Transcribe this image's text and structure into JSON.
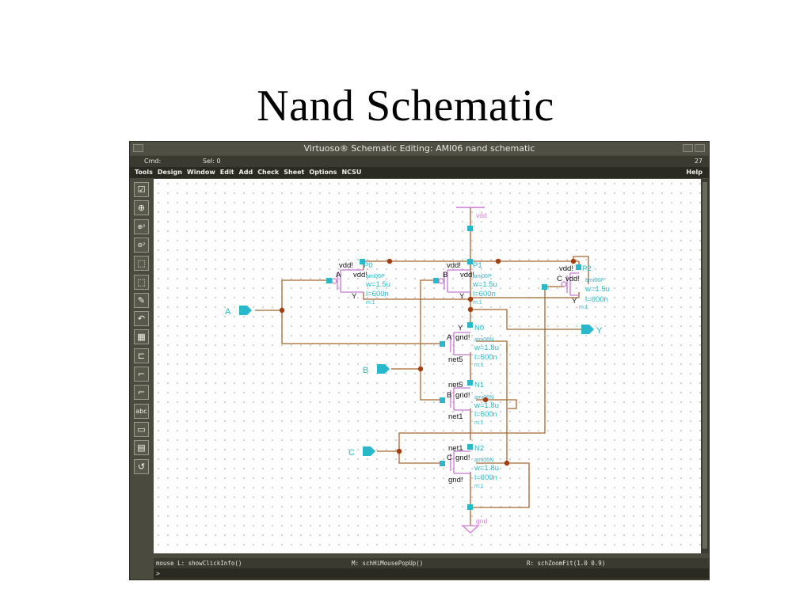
{
  "slide": {
    "title": "Nand Schematic"
  },
  "window": {
    "title": "Virtuoso® Schematic Editing: AMI06 nand schematic",
    "status": {
      "cmd_label": "Cmd:",
      "sel_label": "Sel: 0",
      "counter": "27"
    },
    "menus": [
      "Tools",
      "Design",
      "Window",
      "Edit",
      "Add",
      "Check",
      "Sheet",
      "Options",
      "NCSU"
    ],
    "help_menu": "Help",
    "toolbar_icons": [
      {
        "name": "check-save-icon",
        "glyph": "☑"
      },
      {
        "name": "descend-icon",
        "glyph": "⊕"
      },
      {
        "name": "zoom-in-icon",
        "glyph": "⊕²"
      },
      {
        "name": "zoom-out-icon",
        "glyph": "⊖²"
      },
      {
        "name": "stretch-icon",
        "glyph": "⬚"
      },
      {
        "name": "copy-icon",
        "glyph": "⬚"
      },
      {
        "name": "delete-icon",
        "glyph": "✎"
      },
      {
        "name": "undo-icon",
        "glyph": "↶"
      },
      {
        "name": "property-icon",
        "glyph": "▦"
      },
      {
        "name": "instance-icon",
        "glyph": "⊏"
      },
      {
        "name": "wire-narrow-icon",
        "glyph": "⌐"
      },
      {
        "name": "wire-wide-icon",
        "glyph": "⌐"
      },
      {
        "name": "label-icon",
        "glyph": "abc"
      },
      {
        "name": "pin-icon",
        "glyph": "▭"
      },
      {
        "name": "cmd-options-icon",
        "glyph": "▤"
      },
      {
        "name": "repeat-icon",
        "glyph": "↺"
      }
    ],
    "hints": {
      "left": "mouse L: showClickInfo()",
      "middle": "M: schHiMousePopUp()",
      "right": "R: schZoomFit(1.0 0.9)"
    },
    "prompt": ">"
  },
  "schematic": {
    "power_net": "vdd",
    "ground_net": "gnd",
    "output_net": "Y",
    "pins": {
      "a": "A",
      "b": "B",
      "c": "C",
      "y": "Y"
    },
    "colors": {
      "wire": "#a4672e",
      "cyan": "#29b7cc",
      "pink": "#d47cd8",
      "node": "#a33f0f",
      "device": "#c878d0"
    },
    "pmos": [
      {
        "inst": "P0",
        "gate": "A",
        "bulk": "vdd!",
        "drain": "Y",
        "model": "ami06P",
        "w": "w=1.5u",
        "l": "l=600n",
        "m": "m:1",
        "top": "vdd!"
      },
      {
        "inst": "P1",
        "gate": "B",
        "bulk": "vdd!",
        "drain": "Y",
        "model": "ami06P",
        "w": "w=1.5u",
        "l": "l=600n",
        "m": "m:1",
        "top": "vdd!"
      },
      {
        "inst": "P2",
        "gate": "C",
        "bulk": "vdd!",
        "drain": "Y",
        "model": "ami06P",
        "w": "w=1.5u",
        "l": "l=600n",
        "m": "m:1",
        "top": "vdd!"
      }
    ],
    "nmos": [
      {
        "inst": "N0",
        "gate": "A",
        "bulk": "gnd!",
        "drain": "Y",
        "source": "net5",
        "model": "ami06N",
        "w": "w=1.8u",
        "l": "l=600n",
        "m": "m:1"
      },
      {
        "inst": "N1",
        "gate": "B",
        "bulk": "gnd!",
        "drain": "net5",
        "source": "net1",
        "model": "ami06N",
        "w": "w=1.8u",
        "l": "l=600n",
        "m": "m:1"
      },
      {
        "inst": "N2",
        "gate": "C",
        "bulk": "gnd!",
        "drain": "net1",
        "source": "gnd!",
        "model": "ami06N",
        "w": "w=1.8u",
        "l": "l=600n",
        "m": "m:1"
      }
    ]
  }
}
